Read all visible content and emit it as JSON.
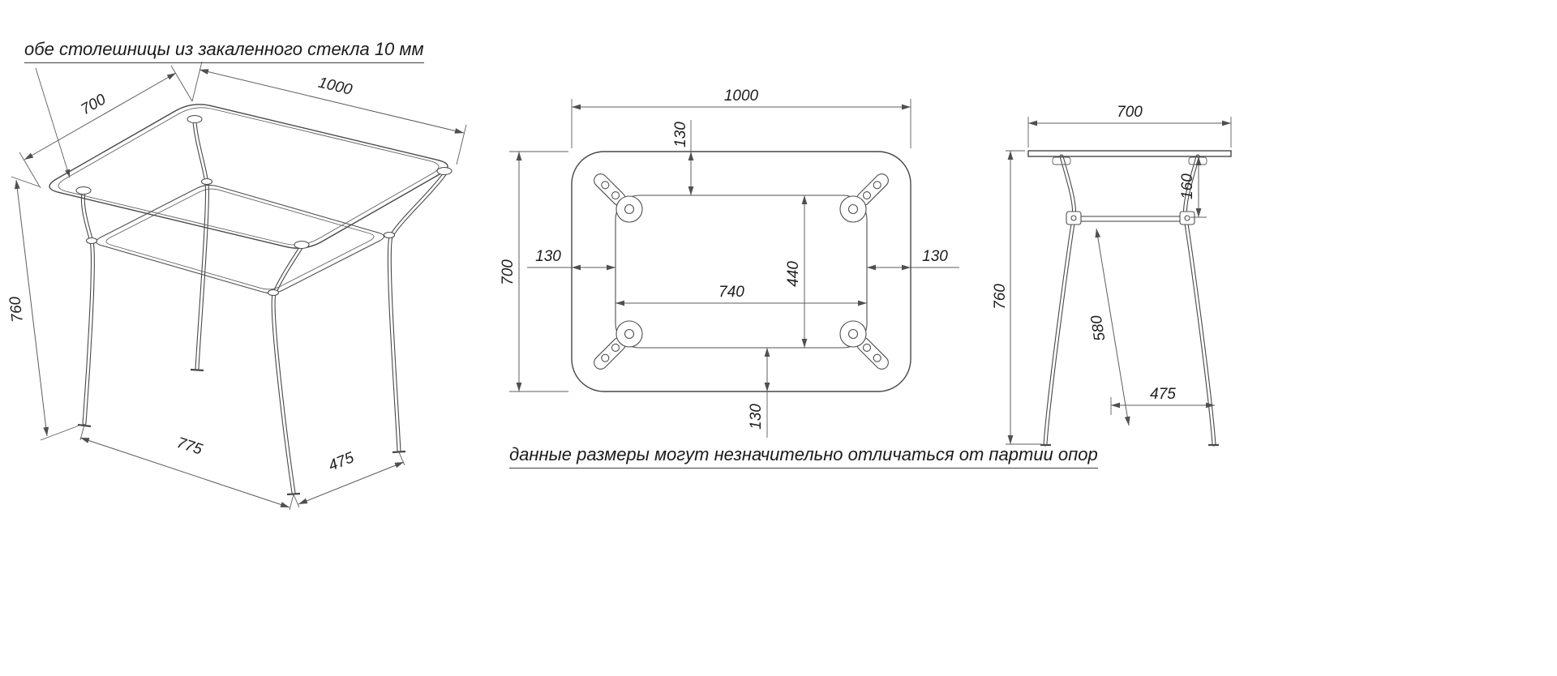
{
  "notes": {
    "top": "обе столешницы из закаленного стекла 10 мм",
    "bottom": "данные размеры могут незначительно отличаться от партии опор"
  },
  "iso_view": {
    "dims": {
      "top_width": "700",
      "top_length": "1000",
      "height": "760",
      "base_length": "775",
      "base_width": "475"
    }
  },
  "top_view": {
    "dims": {
      "length": "1000",
      "width": "700",
      "inset_top": "130",
      "inset_left": "130",
      "inset_right": "130",
      "inset_bottom": "130",
      "leg_span_length": "740",
      "leg_span_width": "440"
    }
  },
  "side_view": {
    "dims": {
      "width": "700",
      "shelf_drop": "160",
      "height": "760",
      "leg_length": "580",
      "foot_span": "475"
    }
  }
}
